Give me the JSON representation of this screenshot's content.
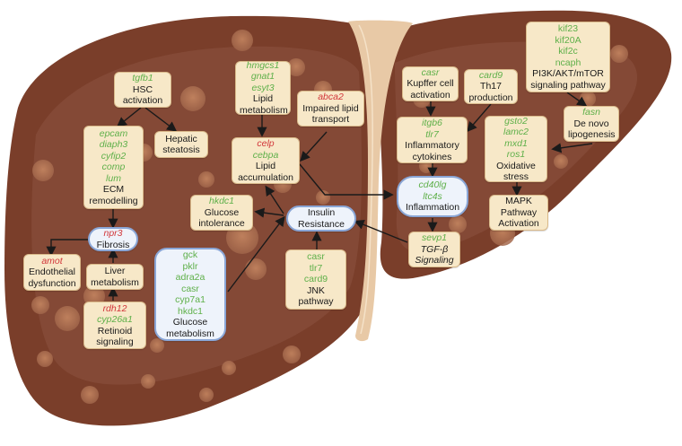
{
  "title": "Liver pathway diagram",
  "colors": {
    "upregulated_gene": "#5fb04a",
    "downregulated_gene": "#d2373b",
    "box_fill": "#f7e8c8",
    "highlight_fill": "#eef3fb",
    "liver": "#7a3e2a"
  },
  "nodes": {
    "hsc": {
      "genes": [
        {
          "name": "tgfb1",
          "dir": "up"
        }
      ],
      "label": [
        "HSC",
        "activation"
      ]
    },
    "hepatic_steatosis": {
      "genes": [],
      "label": [
        "Hepatic",
        "steatosis"
      ]
    },
    "ecm": {
      "genes": [
        {
          "name": "epcam",
          "dir": "up"
        },
        {
          "name": "diaph3",
          "dir": "up"
        },
        {
          "name": "cyfip2",
          "dir": "up"
        },
        {
          "name": "comp",
          "dir": "up"
        },
        {
          "name": "lum",
          "dir": "up"
        }
      ],
      "label": [
        "ECM",
        "remodelling"
      ]
    },
    "fibrosis": {
      "genes": [
        {
          "name": "npr3",
          "dir": "down"
        }
      ],
      "label": [
        "Fibrosis"
      ]
    },
    "endothelial": {
      "genes": [
        {
          "name": "amot",
          "dir": "down"
        }
      ],
      "label": [
        "Endothelial",
        "dysfunction"
      ]
    },
    "liver_metabolism": {
      "genes": [],
      "label": [
        "Liver",
        "metabolism"
      ]
    },
    "retinoid": {
      "genes": [
        {
          "name": "rdh12",
          "dir": "down"
        },
        {
          "name": "cyp26a1",
          "dir": "up"
        }
      ],
      "label": [
        "Retinoid",
        "signaling"
      ]
    },
    "lipid_metabolism": {
      "genes": [
        {
          "name": "hmgcs1",
          "dir": "up"
        },
        {
          "name": "gnat1",
          "dir": "up"
        },
        {
          "name": "esyt3",
          "dir": "up"
        }
      ],
      "label": [
        "Lipid",
        "metabolism"
      ]
    },
    "impaired_lipid": {
      "genes": [
        {
          "name": "abca2",
          "dir": "down"
        }
      ],
      "label": [
        "Impaired lipid",
        "transport"
      ]
    },
    "lipid_accumulation": {
      "genes": [
        {
          "name": "celp",
          "dir": "down"
        },
        {
          "name": "cebpa",
          "dir": "up"
        }
      ],
      "label": [
        "Lipid",
        "accumulation"
      ]
    },
    "glucose_intolerance": {
      "genes": [
        {
          "name": "hkdc1",
          "dir": "up"
        }
      ],
      "label": [
        "Glucose",
        "intolerance"
      ]
    },
    "insulin_resistance": {
      "genes": [],
      "label": [
        "Insulin",
        "Resistance"
      ]
    },
    "glucose_metabolism": {
      "genes": [
        {
          "name": "gck",
          "dir": "up"
        },
        {
          "name": "pklr",
          "dir": "up"
        },
        {
          "name": "adra2a",
          "dir": "up"
        },
        {
          "name": "casr",
          "dir": "up"
        },
        {
          "name": "cyp7a1",
          "dir": "up"
        },
        {
          "name": "hkdc1",
          "dir": "up"
        }
      ],
      "label": [
        "Glucose",
        "metabolism"
      ]
    },
    "jnk": {
      "genes": [
        {
          "name": "casr",
          "dir": "up"
        },
        {
          "name": "tlr7",
          "dir": "up"
        },
        {
          "name": "card9",
          "dir": "up"
        }
      ],
      "label": [
        "JNK",
        "pathway"
      ]
    },
    "kupffer": {
      "genes": [
        {
          "name": "casr",
          "dir": "up"
        }
      ],
      "label": [
        "Kupffer cell",
        "activation"
      ]
    },
    "th17": {
      "genes": [
        {
          "name": "card9",
          "dir": "up"
        }
      ],
      "label": [
        "Th17",
        "production"
      ]
    },
    "pi3k": {
      "genes": [
        {
          "name": "kif23",
          "dir": "up"
        },
        {
          "name": "kif20A",
          "dir": "up"
        },
        {
          "name": "kif2c",
          "dir": "up"
        },
        {
          "name": "ncaph",
          "dir": "up"
        }
      ],
      "label": [
        "PI3K/AKT/mTOR",
        "signaling pathway"
      ]
    },
    "inflammatory_cytokines": {
      "genes": [
        {
          "name": "itgb6",
          "dir": "up"
        },
        {
          "name": "tlr7",
          "dir": "up"
        }
      ],
      "label": [
        "Inflammatory",
        "cytokines"
      ]
    },
    "oxidative_stress": {
      "genes": [
        {
          "name": "gsto2",
          "dir": "up"
        },
        {
          "name": "lamc2",
          "dir": "up"
        },
        {
          "name": "mxd1",
          "dir": "up"
        },
        {
          "name": "ros1",
          "dir": "up"
        }
      ],
      "label": [
        "Oxidative",
        "stress"
      ]
    },
    "de_novo": {
      "genes": [
        {
          "name": "fasn",
          "dir": "up"
        }
      ],
      "label": [
        "De novo",
        "lipogenesis"
      ]
    },
    "inflammation": {
      "genes": [
        {
          "name": "cd40lg",
          "dir": "up"
        },
        {
          "name": "ltc4s",
          "dir": "up"
        }
      ],
      "label": [
        "Inflammation"
      ]
    },
    "mapk": {
      "genes": [],
      "label": [
        "MAPK",
        "Pathway",
        "Activation"
      ]
    },
    "tgfb": {
      "genes": [
        {
          "name": "sevp1",
          "dir": "up"
        }
      ],
      "label": [
        "TGF-β",
        "Signaling"
      ]
    }
  },
  "edges": [
    [
      "hsc",
      "ecm"
    ],
    [
      "hsc",
      "hepatic_steatosis"
    ],
    [
      "ecm",
      "fibrosis"
    ],
    [
      "fibrosis",
      "endothelial"
    ],
    [
      "liver_metabolism",
      "fibrosis"
    ],
    [
      "retinoid",
      "liver_metabolism"
    ],
    [
      "lipid_metabolism",
      "lipid_accumulation"
    ],
    [
      "impaired_lipid",
      "lipid_accumulation"
    ],
    [
      "lipid_accumulation",
      "inflammation"
    ],
    [
      "insulin_resistance",
      "lipid_accumulation"
    ],
    [
      "insulin_resistance",
      "glucose_intolerance"
    ],
    [
      "glucose_metabolism",
      "insulin_resistance"
    ],
    [
      "jnk",
      "insulin_resistance"
    ],
    [
      "tgfb",
      "insulin_resistance"
    ],
    [
      "kupffer",
      "inflammatory_cytokines"
    ],
    [
      "th17",
      "inflammatory_cytokines"
    ],
    [
      "inflammatory_cytokines",
      "inflammation"
    ],
    [
      "inflammation",
      "tgfb"
    ],
    [
      "pi3k",
      "de_novo"
    ],
    [
      "de_novo",
      "oxidative_stress"
    ],
    [
      "oxidative_stress",
      "mapk"
    ]
  ]
}
